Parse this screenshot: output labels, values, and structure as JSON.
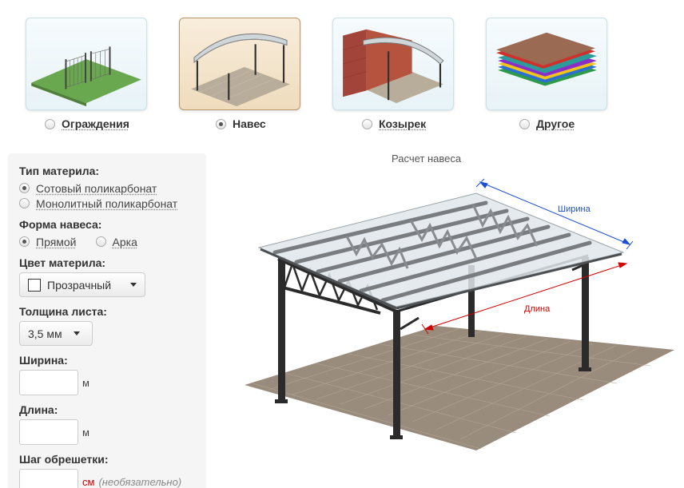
{
  "categories": [
    {
      "label": "Ограждения",
      "icon": "fence-image",
      "selected": false
    },
    {
      "label": "Навес",
      "icon": "canopy-arch-image",
      "selected": true
    },
    {
      "label": "Козырек",
      "icon": "wall-awning-image",
      "selected": false
    },
    {
      "label": "Другое",
      "icon": "polycarbonate-sheets-image",
      "selected": false
    }
  ],
  "form": {
    "material_type": {
      "title": "Тип материла:",
      "options": [
        {
          "label": "Сотовый поликарбонат",
          "selected": true
        },
        {
          "label": "Монолитный поликарбонат",
          "selected": false
        }
      ]
    },
    "shape": {
      "title": "Форма навеса:",
      "options": [
        {
          "label": "Прямой",
          "selected": true
        },
        {
          "label": "Арка",
          "selected": false
        }
      ]
    },
    "color": {
      "title": "Цвет материла:",
      "value": "Прозрачный",
      "swatch": "#ffffff"
    },
    "thickness": {
      "title": "Толщина листа:",
      "value": "3,5 мм"
    },
    "width": {
      "title": "Ширина:",
      "value": "",
      "unit": "м"
    },
    "length": {
      "title": "Длина:",
      "value": "",
      "unit": "м"
    },
    "step": {
      "title": "Шаг обрешетки:",
      "value": "",
      "unit": "см",
      "hint": "(необязательно)"
    }
  },
  "illustration": {
    "title": "Расчет навеса",
    "width_label": "Ширина",
    "length_label": "Длина",
    "width_color": "#1a4fd6",
    "length_color": "#d40000"
  }
}
